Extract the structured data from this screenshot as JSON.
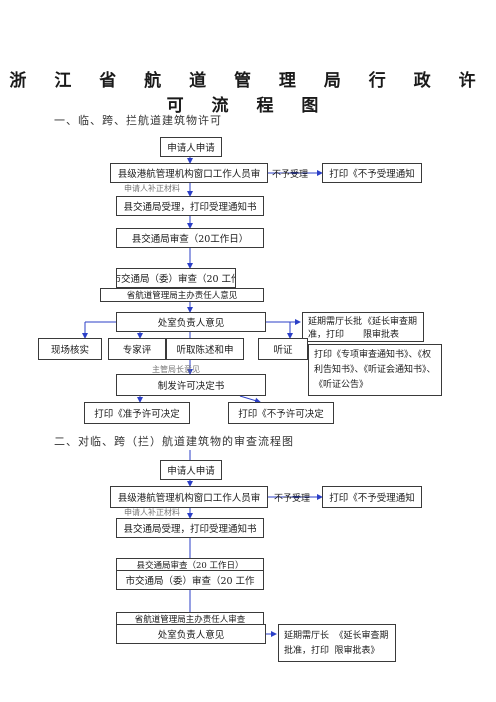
{
  "title": "浙 江 省 航 道 管 理 局 行 政 许 可 流 程 图",
  "section1": {
    "heading": "一、临、跨、拦航道建筑物许可",
    "apply": "申请人申请",
    "window": "县级港航管理机构窗口工作人员审",
    "window_ghost": "申请人补正材料",
    "reject_label": "不予受理",
    "reject_print": "打印《不予受理通知",
    "county_accept": "县交通局受理，打印受理通知书",
    "county_review": "县交通局审查（20工作日）",
    "city_review": "市交通局（委）审查（20 工作",
    "city_ghost": "省航道管理局主办责任人意见",
    "office_opinion": "处室负责人意见",
    "office_ghost": "主管局长意见",
    "decision": "制发许可决定书",
    "extend": "延期需厅长批准，打印",
    "extend_ghost": "《延长审查期限审批表",
    "site": "现场核实",
    "expert": "专家评",
    "hearing_stmt": "听取陈述和申",
    "hearing": "听证",
    "notice": "打印《专项审查通知书》、《权利告知书》、《听证会通知书》、《听证公告》",
    "grant": "打印《准予许可决定",
    "deny": "打印《不予许可决定"
  },
  "section2": {
    "heading": "二、对临、跨（拦）航道建筑物的审查流程图",
    "apply": "申请人申请",
    "window": "县级港航管理机构窗口工作人员审",
    "window_ghost": "申请人补正材料",
    "reject_label": "不予受理",
    "reject_print": "打印《不予受理通知",
    "county_accept": "县交通局受理，打印受理通知书",
    "county_ghost": "县交通局审查（20 工作日）",
    "city_review": "市交通局（委）审查（20 工作",
    "city_ghost": "省航道管理局主办责任人审查",
    "office_opinion": "处室负责人意见",
    "extend_line1": "延期需厅长批准，打印",
    "extend_line2": "《延长审查期限审批表》"
  },
  "colors": {
    "arrow": "#2b3fc7",
    "border": "#3a3a3a"
  }
}
